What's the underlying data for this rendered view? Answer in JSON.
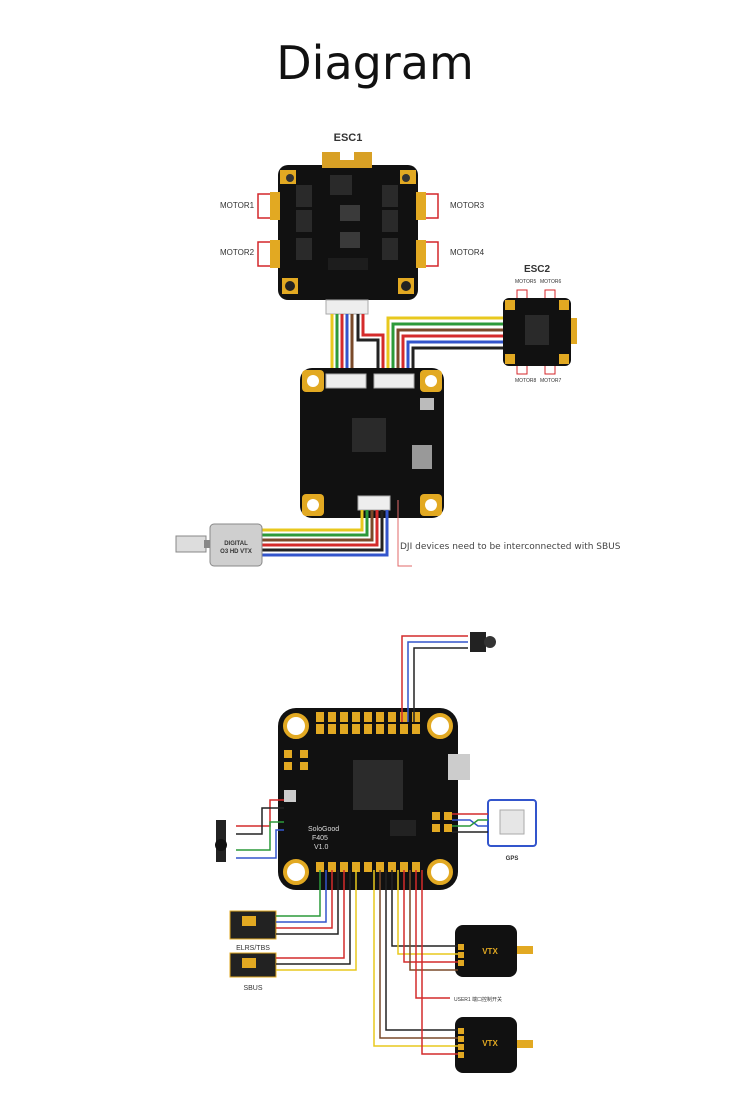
{
  "title": "Diagram",
  "top": {
    "esc1": "ESC1",
    "esc2": "ESC2",
    "motors": [
      "MOTOR1",
      "MOTOR2",
      "MOTOR3",
      "MOTOR4"
    ],
    "esc2_motors": [
      "MOTOR5",
      "MOTOR6",
      "MOTOR8",
      "MOTOR7"
    ],
    "vtx": [
      "DIGITAL",
      "O3 HD VTX"
    ],
    "note": "DJI devices need to be interconnected with SBUS"
  },
  "bottom": {
    "board": [
      "SoloGood",
      "F405",
      "V1.0"
    ],
    "gps": "GPS",
    "elrs": "ELRS/TBS",
    "sbus": "SBUS",
    "vtx": "VTX",
    "mid_note": "USER1  端口控制开关"
  },
  "colors": {
    "board": "#121212",
    "pad": "#e2a922",
    "wire_red": "#d42b2b",
    "wire_blue": "#3355cc",
    "wire_yellow": "#e8c81e",
    "wire_green": "#2c9a3a",
    "wire_brown": "#7a4a2a",
    "wire_black": "#222222"
  }
}
